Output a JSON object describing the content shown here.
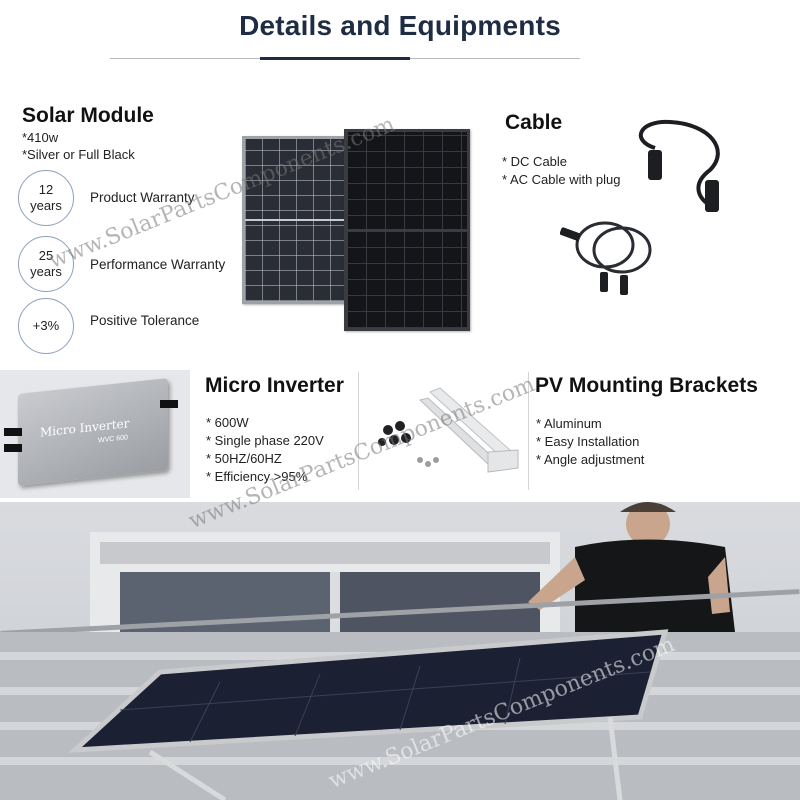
{
  "header": {
    "title": "Details and Equipments"
  },
  "solar_module": {
    "heading": "Solar Module",
    "bullets": [
      "*410w",
      "*Silver or Full Black"
    ],
    "warranties": [
      {
        "badge_line1": "12",
        "badge_line2": "years",
        "label": "Product Warranty"
      },
      {
        "badge_line1": "25",
        "badge_line2": "years",
        "label": "Performance Warranty"
      },
      {
        "badge_line1": "+3%",
        "badge_line2": "",
        "label": "Positive Tolerance"
      }
    ]
  },
  "cable": {
    "heading": "Cable",
    "bullets": [
      "* DC Cable",
      "* AC Cable with plug"
    ]
  },
  "micro_inverter": {
    "heading": "Micro Inverter",
    "device_label": "Micro Inverter",
    "device_model": "WVC 600",
    "bullets": [
      "* 600W",
      "* Single phase 220V",
      "* 50HZ/60HZ",
      "* Efficiency >95%"
    ]
  },
  "brackets": {
    "heading": "PV Mounting Brackets",
    "bullets": [
      "* Aluminum",
      "* Easy Installation",
      "* Angle adjustment"
    ]
  },
  "watermark": {
    "text": "www.SolarPartsComponents.com"
  },
  "colors": {
    "title": "#1f2d44",
    "badge_border": "#8aa2bd",
    "panel_dark": "#141519",
    "background": "#ffffff"
  }
}
